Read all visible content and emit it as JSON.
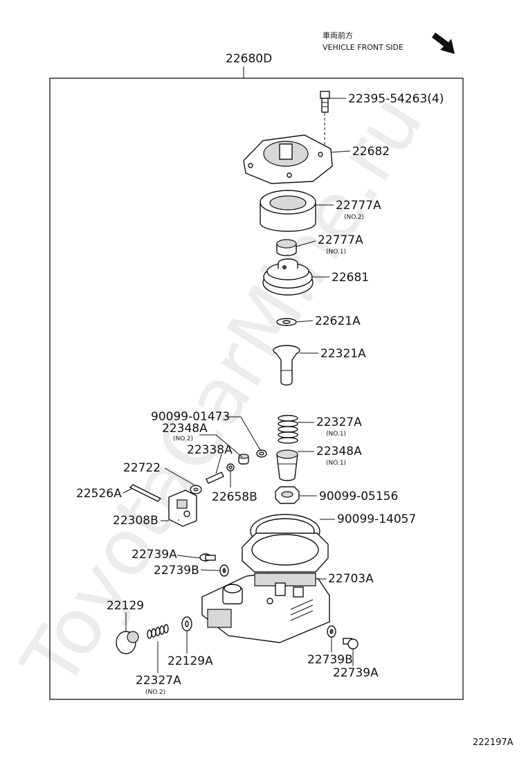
{
  "watermark": "ToyotaCarMine.ru",
  "direction": {
    "japanese": "車両前方",
    "english": "VEHICLE FRONT SIDE"
  },
  "assembly_label": "22680D",
  "reference_code": "222197A",
  "parts": [
    {
      "id": "22395-54263(4)",
      "note": ""
    },
    {
      "id": "22682",
      "note": ""
    },
    {
      "id": "22777A",
      "note": "(NO.2)"
    },
    {
      "id": "22777A",
      "note": "(NO.1)"
    },
    {
      "id": "22681",
      "note": ""
    },
    {
      "id": "22621A",
      "note": ""
    },
    {
      "id": "22321A",
      "note": ""
    },
    {
      "id": "90099-01473",
      "note": ""
    },
    {
      "id": "22348A",
      "note": "(NO.2)"
    },
    {
      "id": "22338A",
      "note": ""
    },
    {
      "id": "22327A",
      "note": "(NO.1)"
    },
    {
      "id": "22348A",
      "note": "(NO.1)"
    },
    {
      "id": "22722",
      "note": ""
    },
    {
      "id": "22526A",
      "note": ""
    },
    {
      "id": "22658B",
      "note": ""
    },
    {
      "id": "90099-05156",
      "note": ""
    },
    {
      "id": "22308B",
      "note": ""
    },
    {
      "id": "90099-14057",
      "note": ""
    },
    {
      "id": "22739A",
      "note": ""
    },
    {
      "id": "22739B",
      "note": ""
    },
    {
      "id": "22703A",
      "note": ""
    },
    {
      "id": "22129",
      "note": ""
    },
    {
      "id": "22129A",
      "note": ""
    },
    {
      "id": "22327A",
      "note": "(NO.2)"
    },
    {
      "id": "22739B",
      "note": ""
    },
    {
      "id": "22739A",
      "note": ""
    }
  ]
}
